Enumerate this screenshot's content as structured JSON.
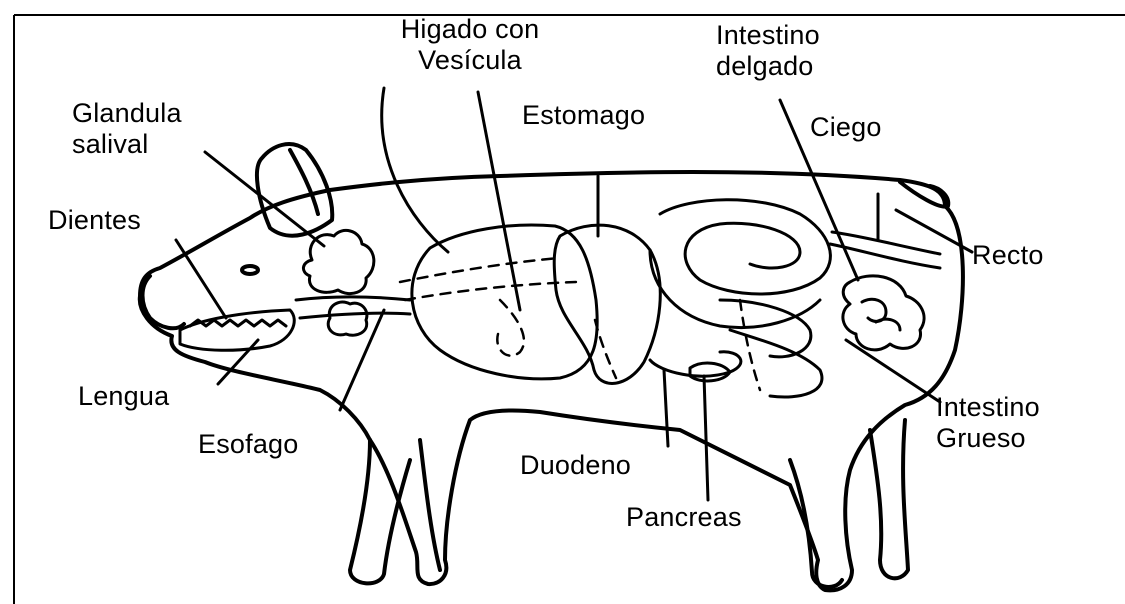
{
  "labels": {
    "glandula_salival": [
      "Glandula",
      "salival"
    ],
    "dientes": "Dientes",
    "lengua": "Lengua",
    "esofago": "Esofago",
    "higado": [
      "Higado con",
      "Vesícula"
    ],
    "estomago": "Estomago",
    "intestino_delgado": [
      "Intestino",
      "delgado"
    ],
    "ciego": "Ciego",
    "recto": "Recto",
    "intestino_grueso": [
      "Intestino",
      "Grueso"
    ],
    "duodeno": "Duodeno",
    "pancreas": "Pancreas"
  },
  "colors": {
    "ink": "#000000",
    "background": "#ffffff"
  }
}
